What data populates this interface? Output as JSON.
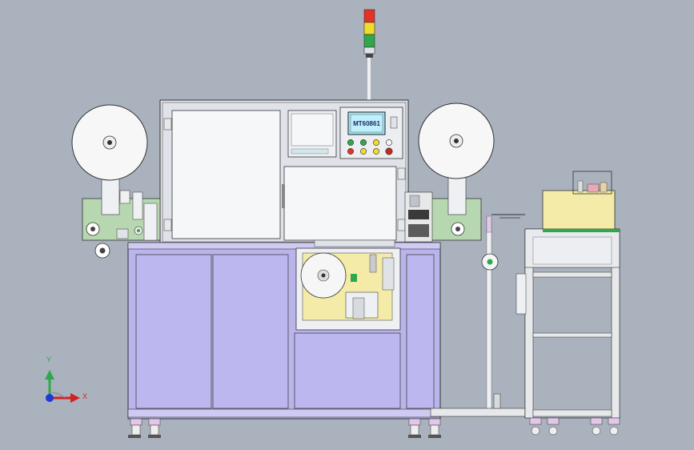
{
  "hmi_screen": {
    "label": "MT60861"
  },
  "axes": {
    "x_label": "X",
    "y_label": "Y"
  },
  "colors": {
    "background": "#a9b2bd",
    "cabinet": "#b9b4ec",
    "frame": "#eef0f4",
    "panel_green": "#b7d7b0",
    "cover_yellow": "#f3eba7",
    "hmi_cyan": "#9fe4f5",
    "red": "#e43226",
    "yellow": "#f2dc2b",
    "green": "#2ea84a"
  }
}
